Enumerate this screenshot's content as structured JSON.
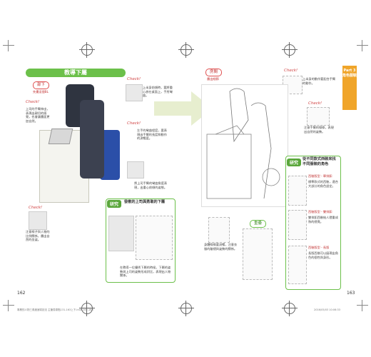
{
  "left_page": {
    "banner": "教導下屬",
    "label_subordinate": "部下",
    "label_subordinate_sub": "先畫這個BL",
    "check_labels": [
      "Check!",
      "Check!",
      "Check!",
      "Check!"
    ],
    "notes": [
      "上司的手臂伸出，表現出親切的感覺，也會讓畫面更加自然。",
      "上半身前傾時，要將重心放在桌面上，手肘彎曲。",
      "左手的彎曲程度，要表現出手臂的長度和動作的流暢度。",
      "將上司手臂的彎曲角度表現，出重心前傾的姿態。",
      "注意椅子與人物的比例關係，畫出自然的坐姿。"
    ],
    "research_badge": "研究",
    "research_title": "發散的上司與勇敢的下屬",
    "research_note": "在教導一位優秀下屬的時候，下屬的姿勢與上司的姿勢形成對比，表現出人物關係。",
    "page_number": "162"
  },
  "right_page": {
    "label_boss": "房間",
    "label_boss_sub": "畫出細節",
    "label_subordinate_right": "重疊",
    "check_labels": [
      "Check!",
      "Check!"
    ],
    "notes": [
      "上半身的動作要配合手臂的動作。",
      "注意手臂的線條，表現出自然的姿勢。",
      "身體線條要流暢，注意衣服的皺褶與姿勢的關係。"
    ],
    "research_badge": "研究",
    "research_title": "從不同款式西裝來找不同服裝的角色",
    "suit_labels": [
      "西裝版型 - 單排釦",
      "西裝版型 - 雙排釦",
      "西裝版型 - 長版"
    ],
    "suit_notes": [
      "標準款式的西裝，適合大部分的角色設定。",
      "雙排釦西裝給人穩重成熟的感覺。",
      "長版西裝可以展現出角色的個性與身形。"
    ],
    "side_tab": "Part 3 角色服裝",
    "page_number": "163"
  },
  "footer": {
    "left": "專業的人物三角度速寫技法 主筆書原點131-163上下.indd 162-163",
    "right": "2016/05/03 10:06:33"
  }
}
